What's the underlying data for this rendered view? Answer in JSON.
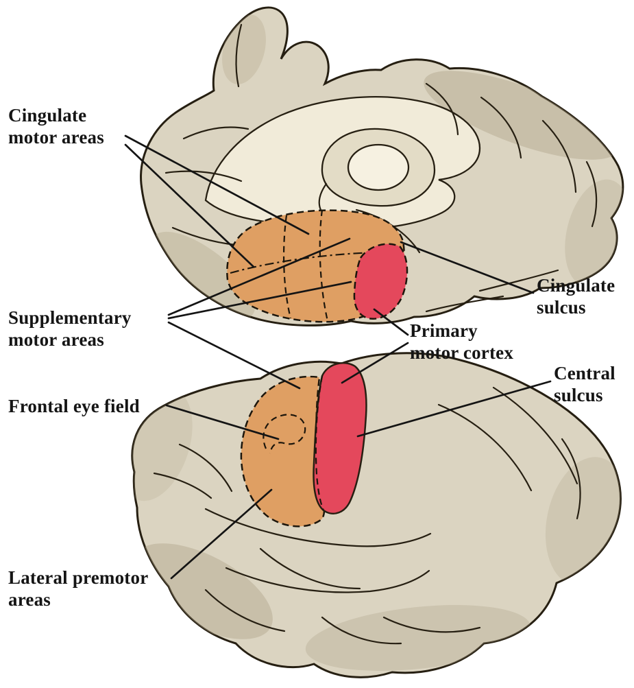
{
  "labels": {
    "cingulate_motor_areas": "Cingulate\nmotor areas",
    "supplementary_motor_areas": "Supplementary\nmotor areas",
    "frontal_eye_field": "Frontal eye field",
    "lateral_premotor_areas": "Lateral premotor\nareas",
    "cingulate_sulcus": "Cingulate\nsulcus",
    "primary_motor_cortex": "Primary\nmotor cortex",
    "central_sulcus": "Central\nsulcus"
  },
  "colors": {
    "area_orange": "#DF9F63",
    "area_red": "#E4485C",
    "brain_base": "#DBD4C1",
    "brain_shadow": "#AEA288",
    "brain_cream": "#F1EBD9",
    "ring_tone": "#E3DCC6",
    "hole_tone": "#F6F1E1",
    "outline": "#261F12"
  }
}
